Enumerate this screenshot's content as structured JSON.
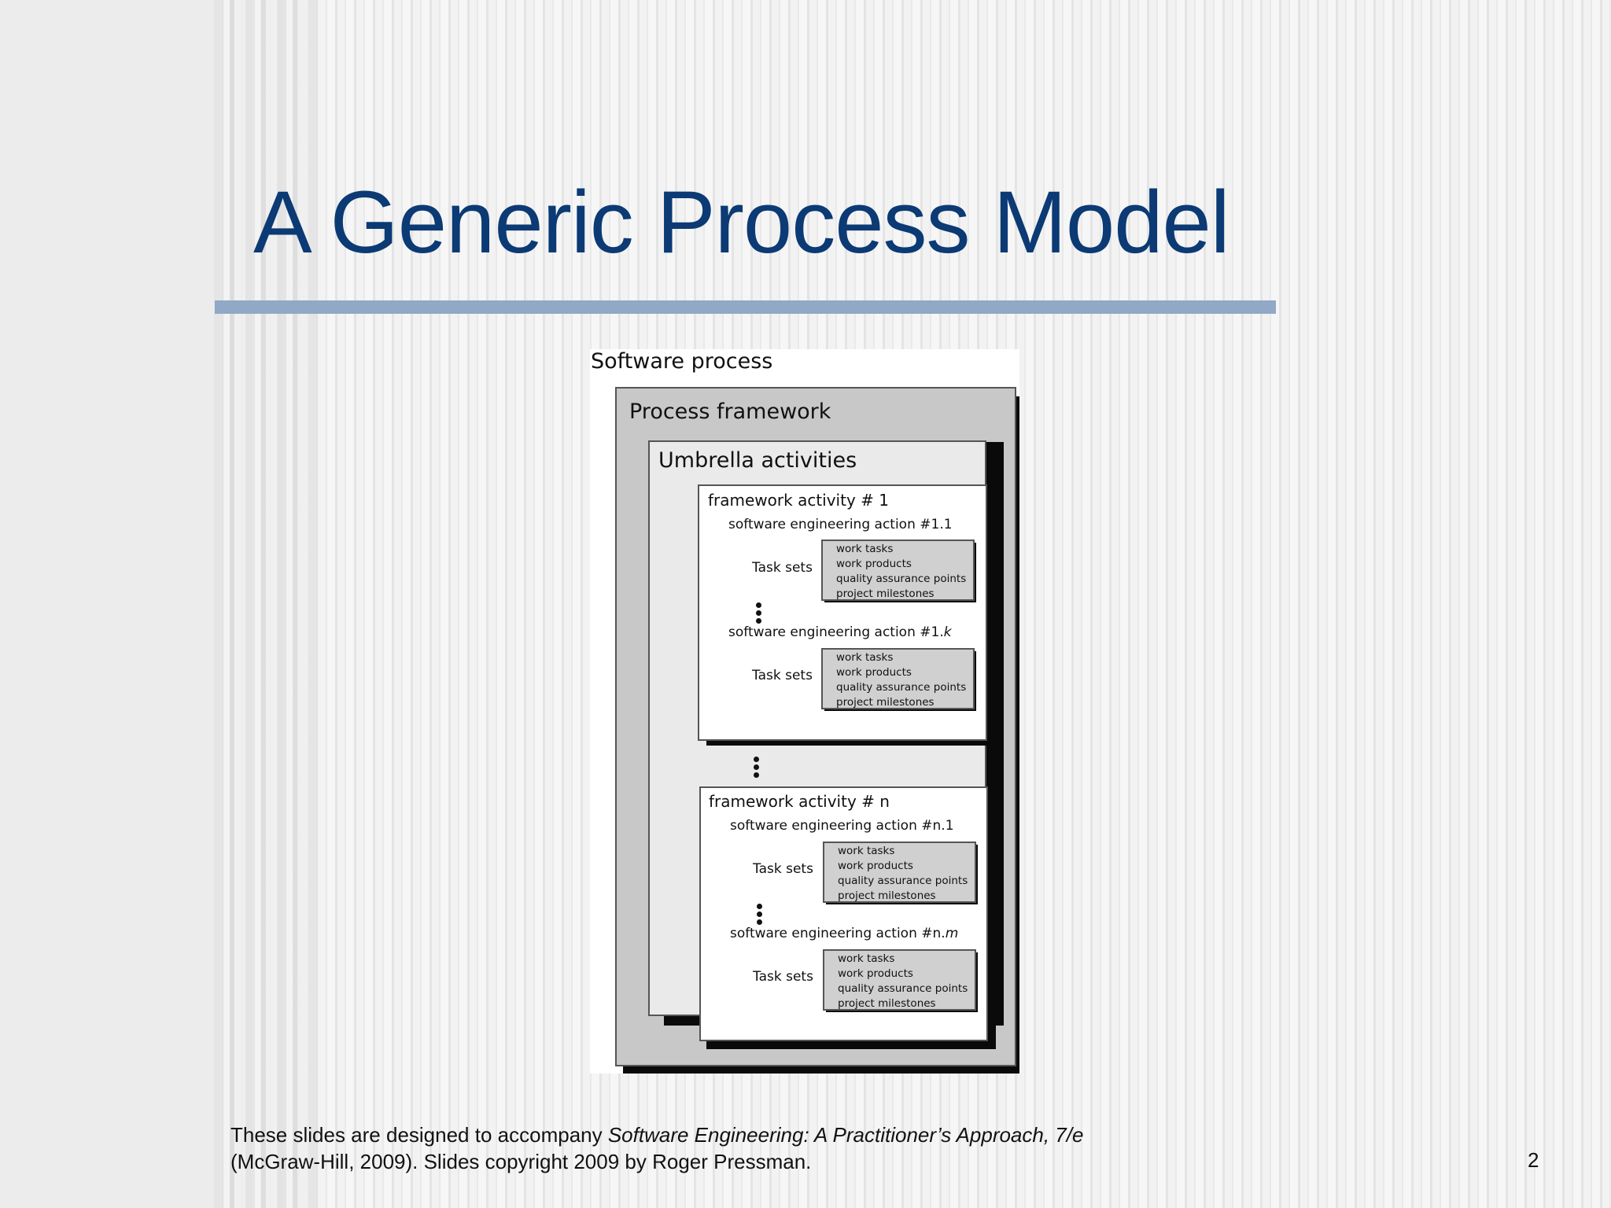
{
  "slide": {
    "title": "A Generic Process Model",
    "page_number": "2"
  },
  "diagram": {
    "outer_label": "Software process",
    "framework_label": "Process framework",
    "umbrella_label": "Umbrella activities",
    "activities": [
      {
        "label": "framework activity # 1",
        "actions": [
          {
            "prefix": "software engineering action #1.",
            "suffix": "1",
            "task_label": "Task sets",
            "tasks": [
              "work tasks",
              "work products",
              "quality assurance points",
              "project milestones"
            ]
          },
          {
            "prefix": "software engineering action #1.",
            "suffix": "k",
            "task_label": "Task sets",
            "tasks": [
              "work tasks",
              "work products",
              "quality assurance points",
              "project milestones"
            ]
          }
        ]
      },
      {
        "label": "framework activity # n",
        "actions": [
          {
            "prefix": "software engineering action #n.",
            "suffix": "1",
            "task_label": "Task sets",
            "tasks": [
              "work tasks",
              "work products",
              "quality assurance points",
              "project milestones"
            ]
          },
          {
            "prefix": "software engineering action #n.",
            "suffix": "m",
            "task_label": "Task sets",
            "tasks": [
              "work tasks",
              "work products",
              "quality assurance points",
              "project milestones"
            ]
          }
        ]
      }
    ]
  },
  "footer": {
    "line1_prefix": "These slides are designed to accompany ",
    "line1_italic": "Software Engineering: A Practitioner’s Approach, 7/e",
    "line2": "(McGraw-Hill, 2009). Slides copyright 2009 by Roger Pressman."
  }
}
